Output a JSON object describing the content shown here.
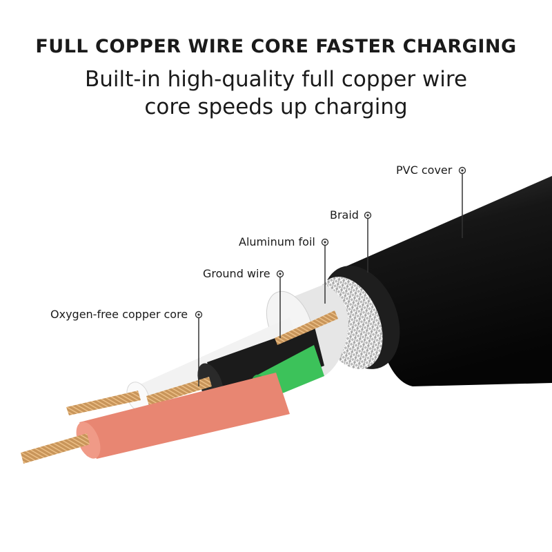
{
  "headline": "FULL COPPER WIRE CORE FASTER CHARGING",
  "subheadline": {
    "line1": "Built-in high-quality full copper wire",
    "line2": "core speeds up charging"
  },
  "callouts": {
    "pvc_cover": "PVC cover",
    "braid": "Braid",
    "aluminum_foil": "Aluminum foil",
    "ground_wire": "Ground wire",
    "copper_core": "Oxygen-free copper core"
  },
  "colors": {
    "jacket": "#111111",
    "braid": "#c8c8c8",
    "foil": "#e4e4e4",
    "copper": "#c8955a",
    "wire_white": "#f2f2f2",
    "wire_black": "#1b1b1b",
    "wire_red": "#e88672",
    "wire_green": "#3cc25a"
  }
}
